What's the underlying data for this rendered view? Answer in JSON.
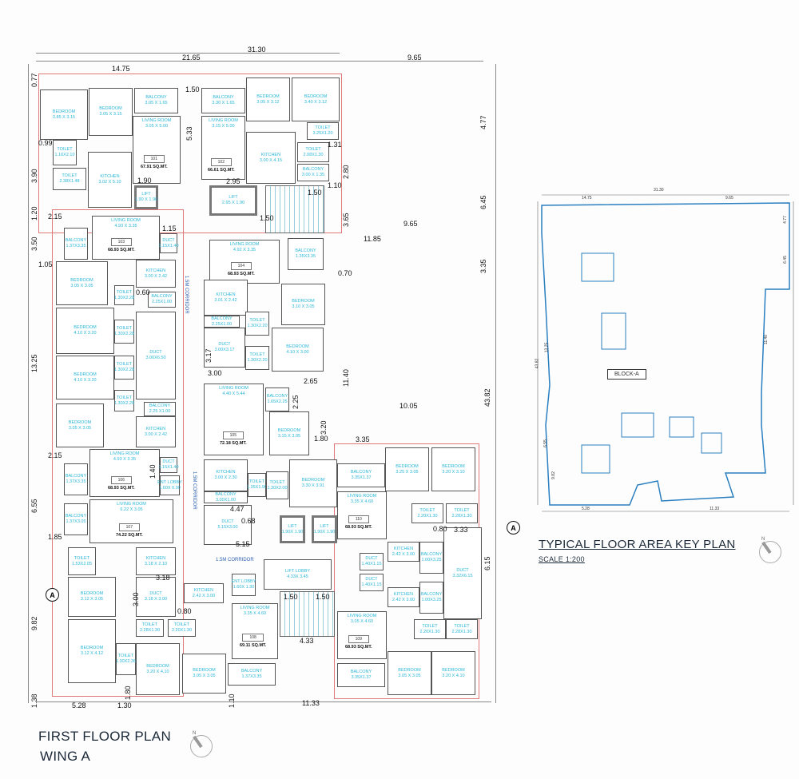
{
  "plan": {
    "title_line1": "FIRST  FLOOR PLAN",
    "title_line2": "WING A",
    "compass_label": "N",
    "section_marker": "A",
    "corridor_label": "1.5M CORRIDOR",
    "rooms": [
      {
        "name": "BEDROOM",
        "size": "3.85 X 3.15"
      },
      {
        "name": "BEDROOM",
        "size": "3.05 X 3.15"
      },
      {
        "name": "BALCONY",
        "size": "3.05 X 1.65"
      },
      {
        "name": "LIVING ROOM",
        "size": "3.05 X 5.00"
      },
      {
        "name": "TOILET",
        "size": "1.16X2.10"
      },
      {
        "name": "TOILET",
        "size": "2.38X1.48"
      },
      {
        "name": "KITCHEN",
        "size": "3.02 X 5.10"
      },
      {
        "name": "LIFT",
        "size": "1.90 X 1.90"
      },
      {
        "name": "BALCONY",
        "size": "3.30 X 1.65"
      },
      {
        "name": "BEDROOM",
        "size": "3.05 X 3.12"
      },
      {
        "name": "BEDROOM",
        "size": "3.40 X 3.12"
      },
      {
        "name": "LIVING ROOM",
        "size": "3.15 X 5.00"
      },
      {
        "name": "KITCHEN",
        "size": "3.00 X 4.15"
      },
      {
        "name": "TOILET",
        "size": "3.25X1.20"
      },
      {
        "name": "TOILET",
        "size": "2.08X1.30"
      },
      {
        "name": "BALCONY",
        "size": "3.00 X 1.35"
      },
      {
        "name": "LIFT",
        "size": "2.95 X 1.90"
      },
      {
        "name": "BALCONY",
        "size": "1.37X3.35"
      },
      {
        "name": "LIVING ROOM",
        "size": "4.93 X 3.35"
      },
      {
        "name": "DUCT",
        "size": "1.15X1.40"
      },
      {
        "name": "KITCHEN",
        "size": "3.00 X 2.42"
      },
      {
        "name": "BEDROOM",
        "size": "3.05 X 3.05"
      },
      {
        "name": "TOILET",
        "size": "1.30X2.28"
      },
      {
        "name": "BALCONY",
        "size": "2.25X1.00"
      },
      {
        "name": "BEDROOM",
        "size": "4.10 X 3.20"
      },
      {
        "name": "TOILET",
        "size": "1.30X2.28"
      },
      {
        "name": "DUCT",
        "size": "3.00X6.50"
      },
      {
        "name": "BEDROOM",
        "size": "4.10 X 3.20"
      },
      {
        "name": "TOILET",
        "size": "1.30X2.28"
      },
      {
        "name": "TOILET",
        "size": "1.30X2.28"
      },
      {
        "name": "BALCONY",
        "size": "2.25 X1.00"
      },
      {
        "name": "BEDROOM",
        "size": "3.05 X 3.05"
      },
      {
        "name": "KITCHEN",
        "size": "3.00 X 2.42"
      },
      {
        "name": "LIVING ROOM",
        "size": "4.92 X 3.35"
      },
      {
        "name": "BALCONY",
        "size": "1.35X3.35"
      },
      {
        "name": "KITCHEN",
        "size": "3.01 X 2.42"
      },
      {
        "name": "BALCONY",
        "size": "2.25X1.00"
      },
      {
        "name": "TOILET",
        "size": "1.30X2.20"
      },
      {
        "name": "DUCT",
        "size": "3.00X3.17"
      },
      {
        "name": "TOILET",
        "size": "1.30X2.20"
      },
      {
        "name": "BEDROOM",
        "size": "4.10 X 3.00"
      },
      {
        "name": "BEDROOM",
        "size": "3.10 X 3.05"
      },
      {
        "name": "LIVING ROOM",
        "size": "4.40 X 5.44"
      },
      {
        "name": "BALCONY",
        "size": "1.65X2.25"
      },
      {
        "name": "BEDROOM",
        "size": "3.15 X 3.05"
      },
      {
        "name": "KITCHEN",
        "size": "3.00 X 2.30"
      },
      {
        "name": "BALCONY",
        "size": "3.00X1.00"
      },
      {
        "name": "TOILET",
        "size": "1.35X1.90"
      },
      {
        "name": "TOILET",
        "size": "1.30X2.00"
      },
      {
        "name": "BEDROOM",
        "size": "3.30 X 3.91"
      },
      {
        "name": "DUCT",
        "size": "5.15X3.00"
      },
      {
        "name": "LIFT",
        "size": "1.90X 1.90"
      },
      {
        "name": "LIFT",
        "size": "1.90X 1.90"
      },
      {
        "name": "LIVING ROOM",
        "size": "4.93 X 3.35"
      },
      {
        "name": "BALCONY",
        "size": "1.37X3.35"
      },
      {
        "name": "DUCT",
        "size": "1.15X1.40"
      },
      {
        "name": "ENT LOBBY",
        "size": "1.60X 0.90"
      },
      {
        "name": "LIVING ROOM",
        "size": "6.22 X 3.05"
      },
      {
        "name": "BALCONY",
        "size": "1.37X3.05"
      },
      {
        "name": "TOILET",
        "size": "1.53X2.05"
      },
      {
        "name": "KITCHEN",
        "size": "3.18 X 2.10"
      },
      {
        "name": "BEDROOM",
        "size": "3.12 X 3.05"
      },
      {
        "name": "DUCT",
        "size": "3.18 X 3.00"
      },
      {
        "name": "TOILET",
        "size": "2.28X1.30"
      },
      {
        "name": "TOILET",
        "size": "2.20X1.30"
      },
      {
        "name": "BEDROOM",
        "size": "3.12 X 4.12"
      },
      {
        "name": "TOILET",
        "size": "1.30X2.36"
      },
      {
        "name": "BEDROOM",
        "size": "3.20 X 4.10"
      },
      {
        "name": "BEDROOM",
        "size": "3.05 X 3.05"
      },
      {
        "name": "KITCHEN",
        "size": "2.42 X 3.00"
      },
      {
        "name": "ENT LOBBY",
        "size": "1.60X 1.30"
      },
      {
        "name": "LIVING ROOM",
        "size": "3.35 X 4.60"
      },
      {
        "name": "BALCONY",
        "size": "1.37X3.35"
      },
      {
        "name": "LIFT LOBBY",
        "size": "4.33X 3.45"
      },
      {
        "name": "BALCONY",
        "size": "3.35X1.37"
      },
      {
        "name": "BEDROOM",
        "size": "3.25 X 3.05"
      },
      {
        "name": "BEDROOM",
        "size": "3.20 X 3.10"
      },
      {
        "name": "LIVING ROOM",
        "size": "3.35 X 4.60"
      },
      {
        "name": "TOILET",
        "size": "2.20X1.30"
      },
      {
        "name": "TOILET",
        "size": "2.28X1.30"
      },
      {
        "name": "KITCHEN",
        "size": "2.42 X 3.00"
      },
      {
        "name": "BALCONY",
        "size": "1.00X3.25"
      },
      {
        "name": "DUCT",
        "size": "3.32X6.15"
      },
      {
        "name": "DUCT",
        "size": "1.40X1.15"
      },
      {
        "name": "DUCT",
        "size": "1.40X1.15"
      },
      {
        "name": "KITCHEN",
        "size": "2.42 X 3.00"
      },
      {
        "name": "BALCONY",
        "size": "1.00X3.25"
      },
      {
        "name": "LIVING ROOM",
        "size": "3.05 X 4.60"
      },
      {
        "name": "TOILET",
        "size": "2.20X1.30"
      },
      {
        "name": "TOILET",
        "size": "2.28X1.30"
      },
      {
        "name": "BALCONY",
        "size": "3.35X1.37"
      },
      {
        "name": "BEDROOM",
        "size": "3.05 X 3.05"
      },
      {
        "name": "BEDROOM",
        "size": "3.20 X 4.10"
      }
    ],
    "units": [
      {
        "no": "101",
        "area": "67.91 SQ.MT."
      },
      {
        "no": "102",
        "area": "66.61 SQ.MT."
      },
      {
        "no": "103",
        "area": "68.93 SQ.MT."
      },
      {
        "no": "104",
        "area": "68.93 SQ.MT."
      },
      {
        "no": "105",
        "area": "72.18 SQ.MT."
      },
      {
        "no": "106",
        "area": "68.93 SQ.MT."
      },
      {
        "no": "107",
        "area": "74.22 SQ.MT."
      },
      {
        "no": "108",
        "area": "69.11 SQ.MT."
      },
      {
        "no": "110",
        "area": "68.93 SQ.MT."
      },
      {
        "no": "109",
        "area": "68.93 SQ.MT."
      }
    ],
    "dimensions": [
      "31.30",
      "21.65",
      "14.75",
      "9.65",
      "0.77",
      "1.50",
      "5.33",
      "4.77",
      "0.99",
      "3.90",
      "1.31",
      "2.80",
      "1.20",
      "1.90",
      "2.95",
      "1.10",
      "1.50",
      "3.65",
      "6.45",
      "2.15",
      "3.50",
      "1.50",
      "9.65",
      "11.85",
      "1.05",
      "3.35",
      "0.70",
      "13.25",
      "11.40",
      "43.82",
      "2.65",
      "10.05",
      "3.20",
      "1.80",
      "3.35",
      "2.15",
      "6.55",
      "4.47",
      "0.68",
      "5.15",
      "1.85",
      "9.82",
      "3.18",
      "3.33",
      "6.15",
      "1.50",
      "1.50",
      "4.33",
      "1.38",
      "5.28",
      "1.30",
      "11.33",
      "1.10",
      "1.80",
      "3.00",
      "3.17",
      "3.00",
      "2.25",
      "1.40",
      "1.15",
      "0.80",
      "0.60",
      "0.80"
    ]
  },
  "key_plan": {
    "title": "TYPICAL FLOOR AREA KEY PLAN",
    "scale": "SCALE 1:200",
    "block_label": "BLOCK-A",
    "compass_label": "N",
    "dimensions": [
      "31.30",
      "14.75",
      "9.65",
      "43.82",
      "13.25",
      "11.40",
      "6.45",
      "4.77",
      "11.33",
      "5.28",
      "6.55",
      "9.82"
    ],
    "outline_color": "#2a7fc0"
  },
  "colors": {
    "room_text": "#29b6d8",
    "outline": "#e07a7a",
    "walls": "#555555"
  }
}
